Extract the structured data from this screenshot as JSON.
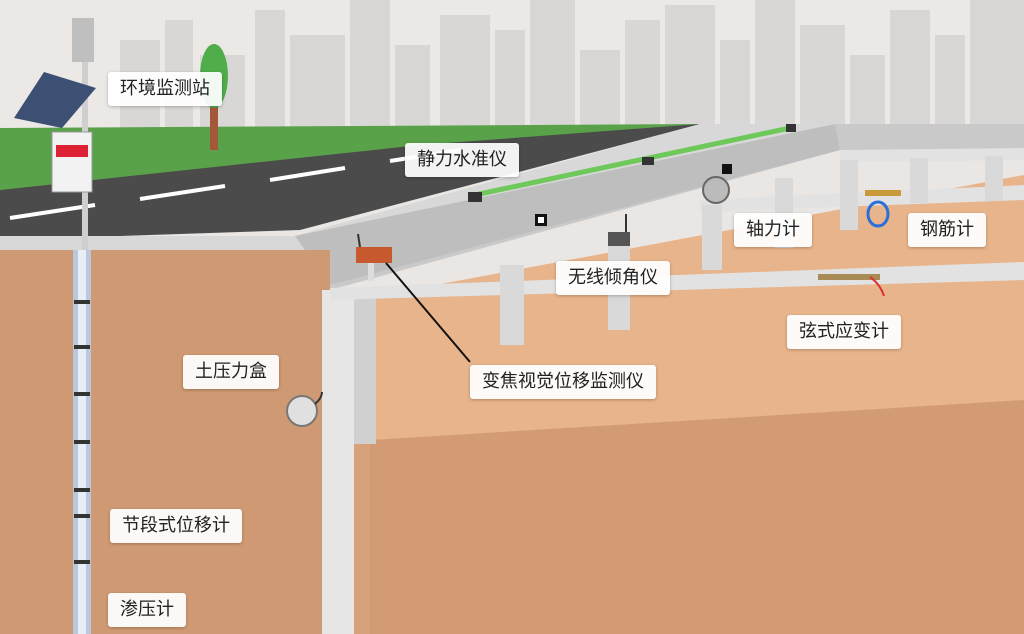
{
  "labels": {
    "env_station": "环境监测站",
    "static_level": "静力水准仪",
    "axial_force": "轴力计",
    "rebar_meter": "钢筋计",
    "wireless_tilt": "无线倾角仪",
    "vw_strain": "弦式应变计",
    "earth_pressure": "土压力盒",
    "zoom_vision": "变焦视觉位移监测仪",
    "segment_disp": "节段式位移计",
    "piezometer": "渗压计"
  },
  "colors": {
    "soil": "#cf9a73",
    "soil_light": "#e8b48b",
    "concrete": "#dcdcdc",
    "road": "#4d4d4d",
    "grass": "#5aa24a",
    "sky": "#e9e6e3",
    "level_line": "#6ec85a"
  }
}
